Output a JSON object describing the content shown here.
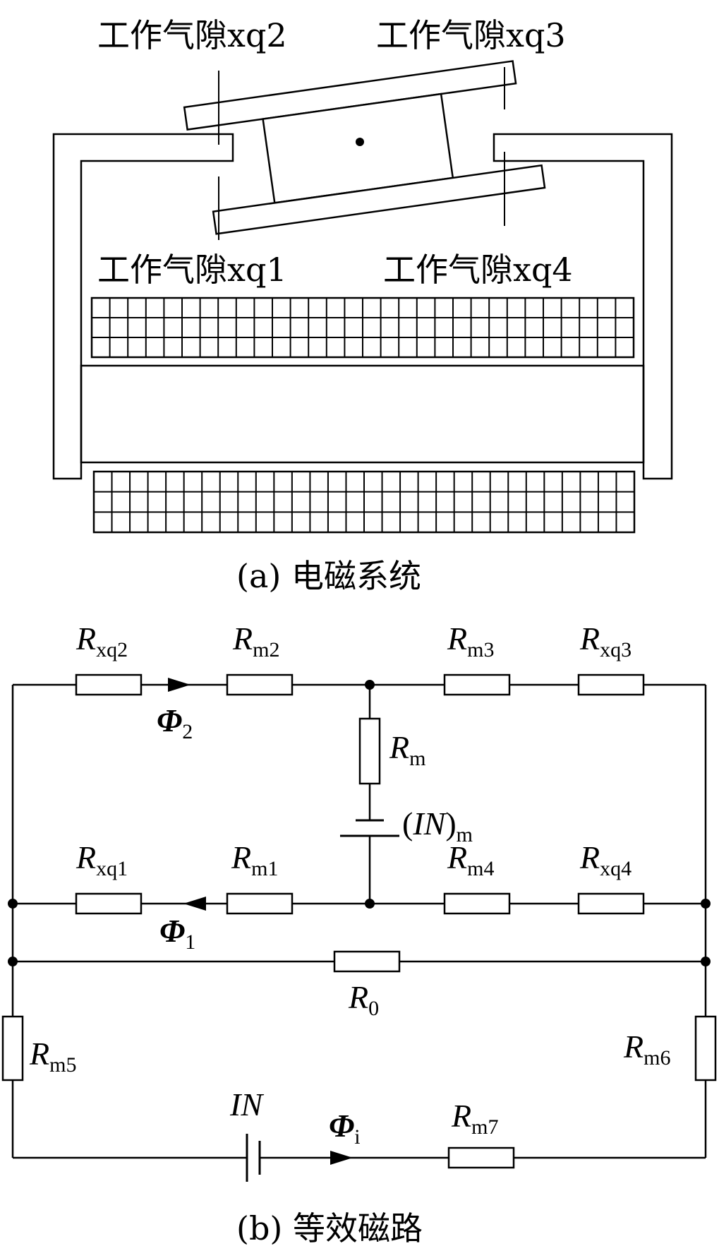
{
  "part_a": {
    "gap_labels": {
      "xq1": "工作气隙xq1",
      "xq2": "工作气隙xq2",
      "xq3": "工作气隙xq3",
      "xq4": "工作气隙xq4"
    },
    "caption": "(a)  电磁系统"
  },
  "part_b": {
    "resistors": {
      "xq2": {
        "main": "R",
        "sub": "xq2"
      },
      "m2": {
        "main": "R",
        "sub": "m2"
      },
      "m3": {
        "main": "R",
        "sub": "m3"
      },
      "xq3": {
        "main": "R",
        "sub": "xq3"
      },
      "m": {
        "main": "R",
        "sub": "m"
      },
      "xq1": {
        "main": "R",
        "sub": "xq1"
      },
      "m1": {
        "main": "R",
        "sub": "m1"
      },
      "m4": {
        "main": "R",
        "sub": "m4"
      },
      "xq4": {
        "main": "R",
        "sub": "xq4"
      },
      "r0": {
        "main": "R",
        "sub": "0"
      },
      "m5": {
        "main": "R",
        "sub": "m5"
      },
      "m6": {
        "main": "R",
        "sub": "m6"
      },
      "m7": {
        "main": "R",
        "sub": "m7"
      }
    },
    "sources": {
      "magnet": {
        "open": "(",
        "main": "IN",
        "close": ")",
        "sub": "m"
      },
      "coil": {
        "main": "IN"
      }
    },
    "fluxes": {
      "phi2": {
        "main": "Φ",
        "sub": "2"
      },
      "phi1": {
        "main": "Φ",
        "sub": "1"
      },
      "phii": {
        "main": "Φ",
        "sub": "i"
      }
    },
    "caption": "(b)  等效磁路"
  }
}
